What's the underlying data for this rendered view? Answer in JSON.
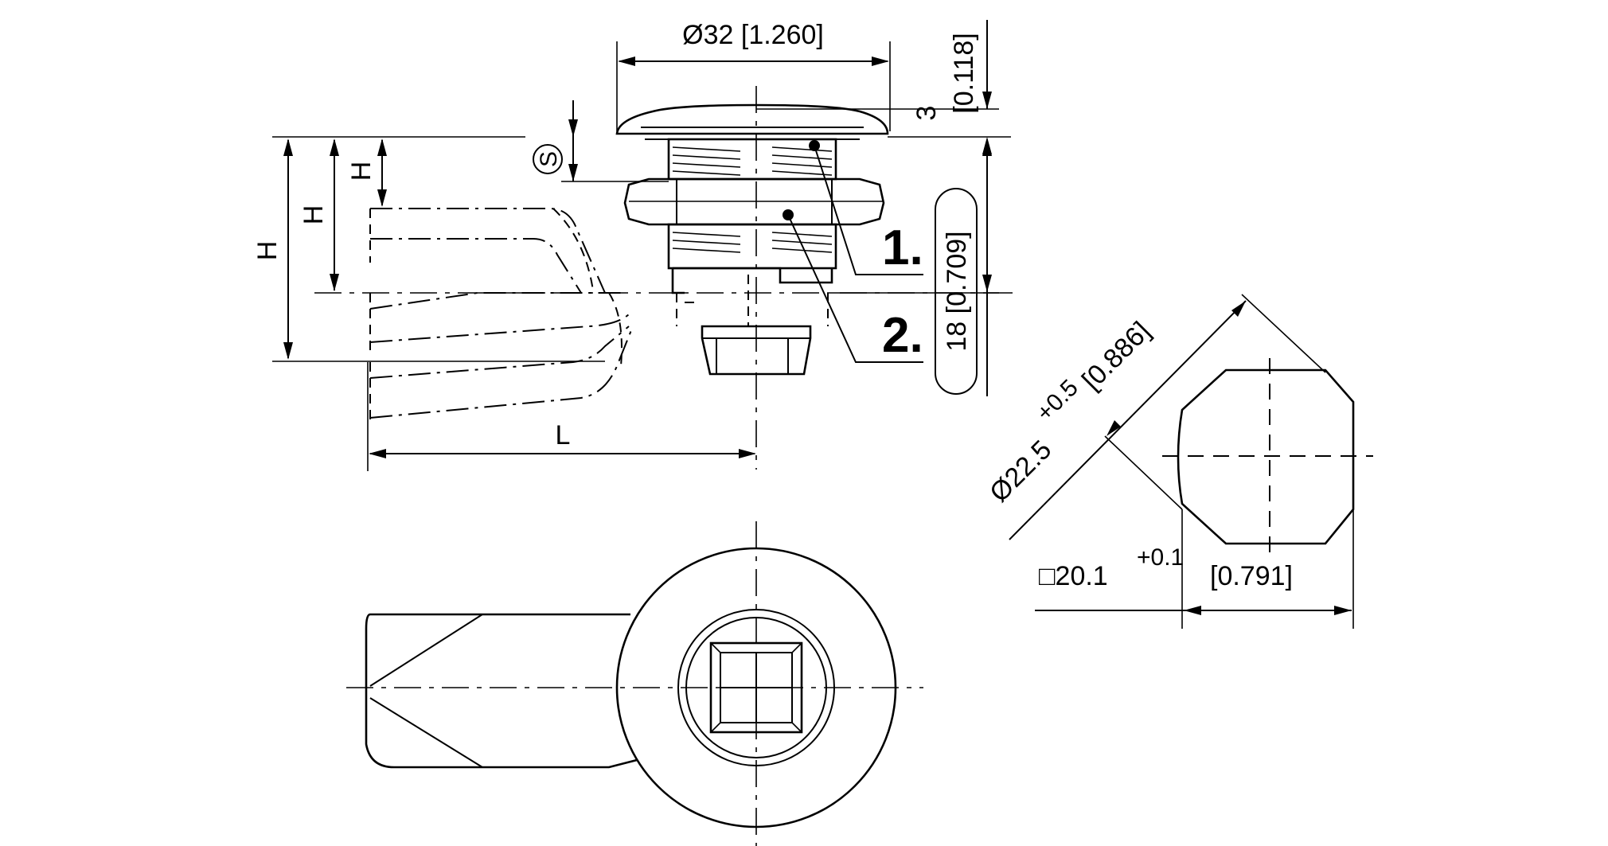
{
  "dimensions": {
    "head_diameter": "Ø32 [1.260]",
    "head_height_mm": "3",
    "head_height_in": "[0.118]",
    "cam_height_label": "H",
    "lever_length_label": "L",
    "thread_length_symbol": "S",
    "grip_length": "18 [0.709]",
    "cutout_diameter_base": "Ø22.5",
    "cutout_diameter_tolerance": "+0.5",
    "cutout_diameter_in": "[0.886]",
    "cutout_flat_base": "□20.1",
    "cutout_flat_tolerance": "+0.1",
    "cutout_flat_in": "[0.791]"
  },
  "callouts": {
    "item_1": "1.",
    "item_2": "2."
  }
}
